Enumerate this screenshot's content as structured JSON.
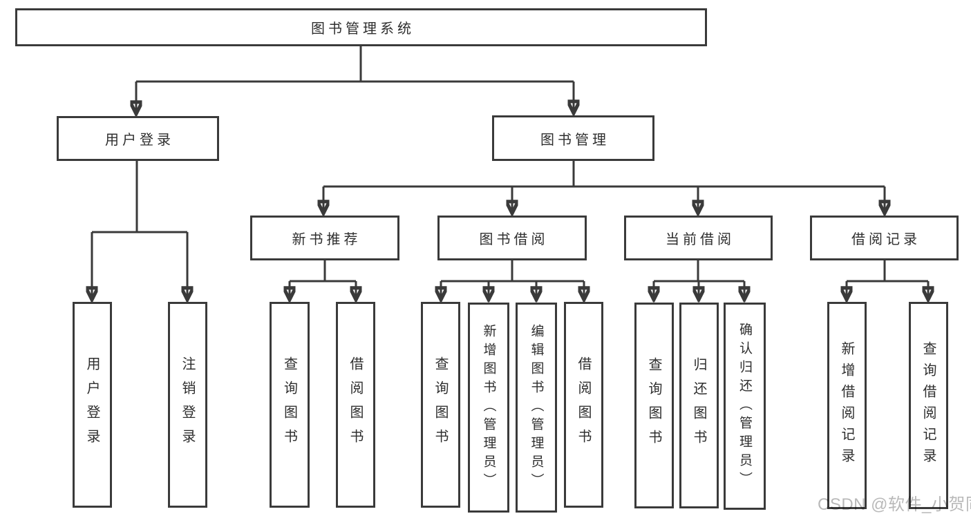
{
  "diagram": {
    "root": "图书管理系统",
    "level2": [
      "用户登录",
      "图书管理"
    ],
    "level3": [
      "新书推荐",
      "图书借阅",
      "当前借阅",
      "借阅记录"
    ],
    "leaves": {
      "user_login": [
        "用户登录",
        "注销登录"
      ],
      "new_book_recommend": [
        "查询图书",
        "借阅图书"
      ],
      "book_borrow": [
        "查询图书",
        "新增图书（管理员）",
        "编辑图书（管理员）",
        "借阅图书"
      ],
      "current_borrow": [
        "查询图书",
        "归还图书",
        "确认归还（管理员）"
      ],
      "borrow_records": [
        "新增借阅记录",
        "查询借阅记录"
      ]
    }
  },
  "watermark": "CSDN @软件_小贺同学",
  "colors": {
    "line": "#3a3a3a",
    "text": "#2e2e2e",
    "box_background": "#ffffff",
    "watermark": "#b9b9b9",
    "page_background": "#ffffff"
  }
}
